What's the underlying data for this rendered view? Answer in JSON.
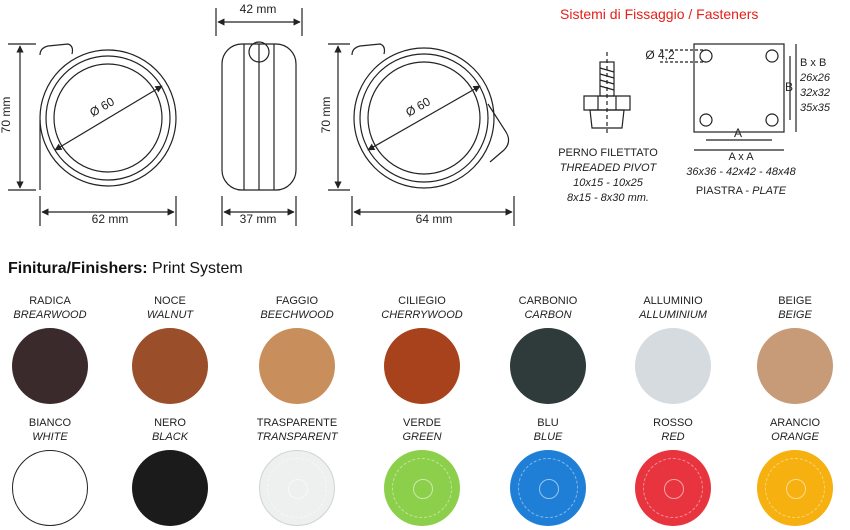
{
  "fasteners_title": "Sistemi di Fissaggio / Fasteners",
  "drawings": {
    "wheel1": {
      "height": "70 mm",
      "width": "62 mm",
      "diameter": "Ø 60"
    },
    "side": {
      "top": "42 mm",
      "bottom": "37 mm"
    },
    "wheel2": {
      "height": "70 mm",
      "width": "64 mm",
      "diameter": "Ø 60"
    }
  },
  "pivot": {
    "label_it": "PERNO FILETTATO",
    "label_en": "THREADED PIVOT",
    "sizes_1": "10x15 - 10x25",
    "sizes_2": "8x15 - 8x30 mm."
  },
  "plate": {
    "hole_label": "Ø 4,2",
    "side_a": "A",
    "side_b": "B",
    "bxb_label": "B x B",
    "bxb_sizes": [
      "26x26",
      "32x32",
      "35x35"
    ],
    "axa_label": "A x A",
    "axa_sizes": "36x36 - 42x42 - 48x48",
    "label_it": "PIASTRA",
    "label_en": "PLATE",
    "label_sep": "-"
  },
  "finish": {
    "title_bold": "Finitura/Finishers:",
    "title_rest": "Print System",
    "items": [
      {
        "it": "RADICA",
        "en": "BREARWOOD",
        "color": "#3a2a2c"
      },
      {
        "it": "NOCE",
        "en": "WALNUT",
        "color": "#9a4f2a"
      },
      {
        "it": "FAGGIO",
        "en": "BEECHWOOD",
        "color": "#c88f5c"
      },
      {
        "it": "CILIEGIO",
        "en": "CHERRYWOOD",
        "color": "#a8421c"
      },
      {
        "it": "CARBONIO",
        "en": "CARBON",
        "color": "#2f3a3b"
      },
      {
        "it": "ALLUMINIO",
        "en": "ALLUMINIUM",
        "color": "#d6dbe0"
      },
      {
        "it": "BEIGE",
        "en": "BEIGE",
        "color": "#c79a78"
      },
      {
        "it": "BIANCO",
        "en": "WHITE",
        "color": "#ffffff"
      },
      {
        "it": "NERO",
        "en": "BLACK",
        "color": "#1b1b1b"
      },
      {
        "it": "TRASPARENTE",
        "en": "TRANSPARENT",
        "color": "#eef0f0"
      },
      {
        "it": "VERDE",
        "en": "GREEN",
        "color": "#8ccf4a"
      },
      {
        "it": "BLU",
        "en": "BLUE",
        "color": "#1f7fd6"
      },
      {
        "it": "ROSSO",
        "en": "RED",
        "color": "#e8343f"
      },
      {
        "it": "ARANCIO",
        "en": "ORANGE",
        "color": "#f6b010"
      }
    ]
  }
}
